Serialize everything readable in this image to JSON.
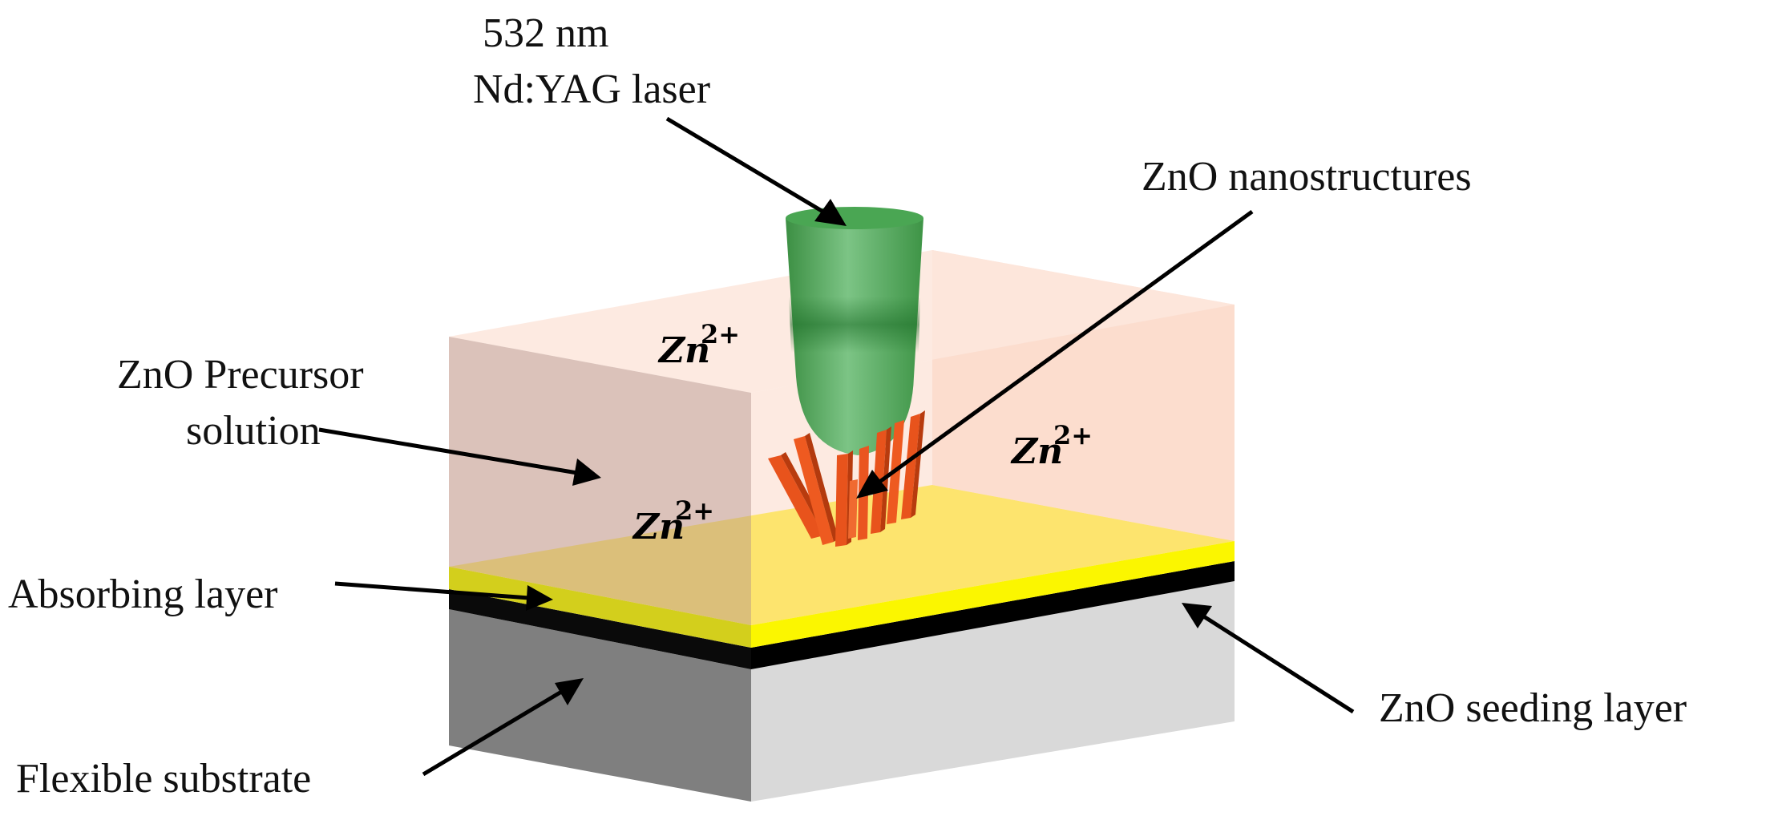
{
  "labels": {
    "laser_wavelength": "532 nm",
    "laser_type": "Nd:YAG laser",
    "nanostructures": "ZnO nanostructures",
    "precursor_line1": "ZnO Precursor",
    "precursor_line2": "solution",
    "absorbing_layer": "Absorbing layer",
    "seeding_layer": "ZnO seeding layer",
    "substrate": "Flexible substrate"
  },
  "ions": [
    {
      "base": "Zn",
      "charge": "2+"
    },
    {
      "base": "Zn",
      "charge": "2+"
    },
    {
      "base": "Zn",
      "charge": "2+"
    }
  ],
  "colors": {
    "solution_front": "#d9bdb3",
    "solution_side": "#fde0d2",
    "solution_top": "#fce6dc",
    "absorbing_top": "#fff200",
    "absorbing_side": "#f6f200",
    "absorbing_front": "#d6d21a",
    "seeding": "#000000",
    "substrate_front": "#7f7f7f",
    "substrate_side": "#d9d9d9",
    "laser": "#3fa04a",
    "nanorod": "#e8531c"
  }
}
